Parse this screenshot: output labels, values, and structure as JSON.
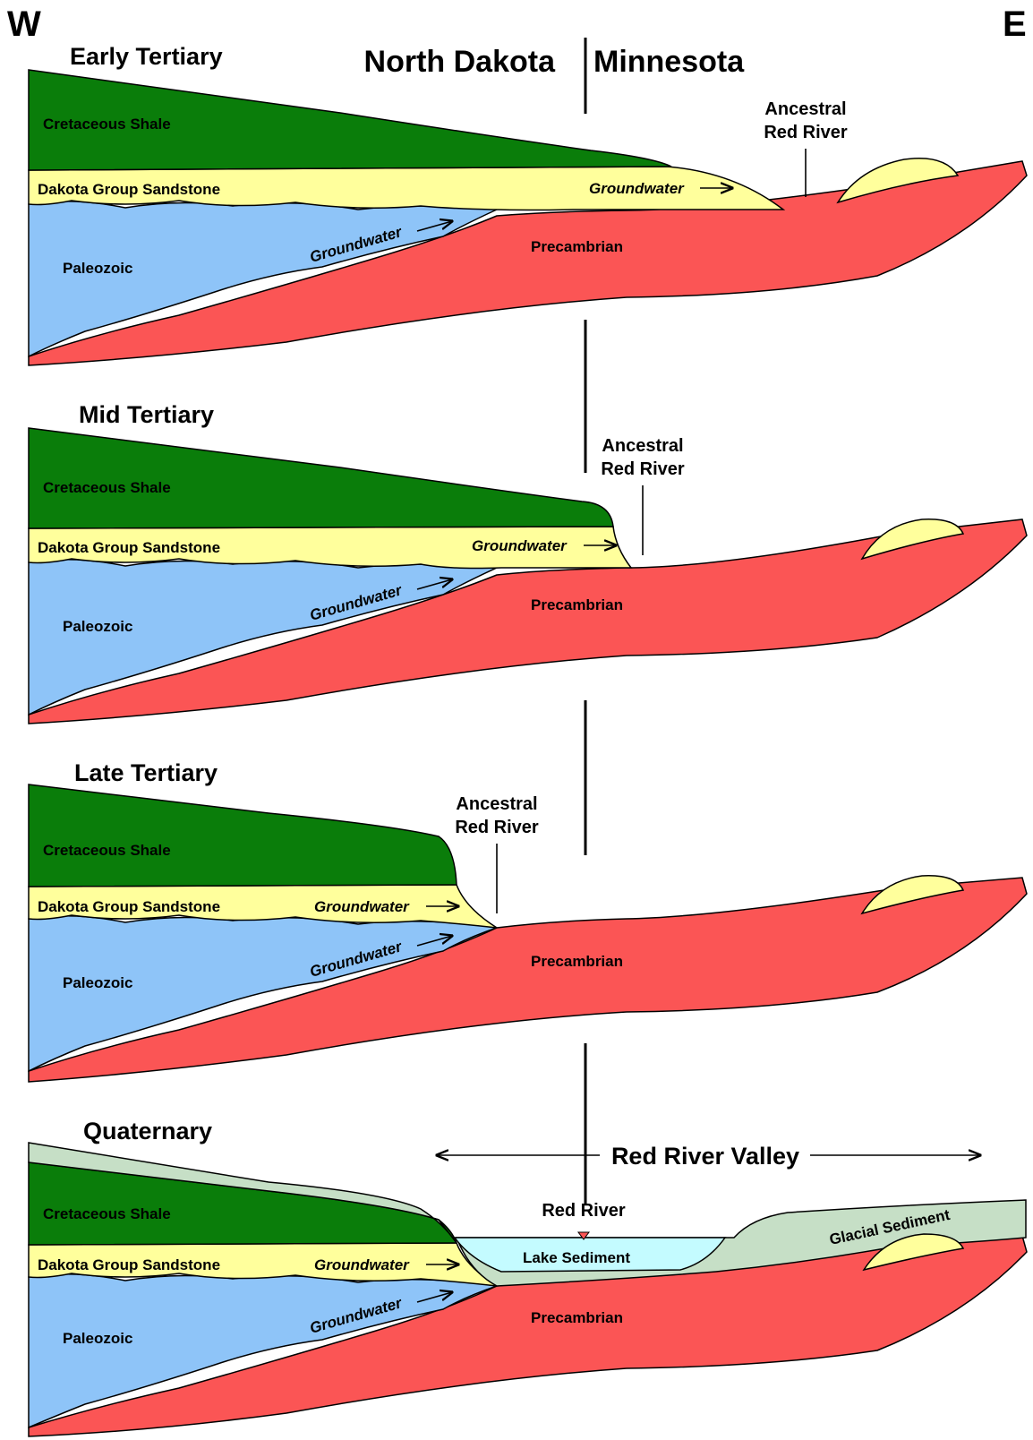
{
  "compass": {
    "west": "W",
    "east": "E"
  },
  "header": {
    "left_state": "North Dakota",
    "right_state": "Minnesota"
  },
  "colors": {
    "cretaceous_shale": "#0a7d0a",
    "dakota_sandstone": "#ffff9c",
    "paleozoic": "#8ec4f8",
    "precambrian": "#fb5555",
    "lake_sediment": "#c4fbff",
    "glacial_sediment": "#c6dfc6"
  },
  "units": {
    "cretaceous": "Cretaceous Shale",
    "dakota": "Dakota Group Sandstone",
    "paleozoic": "Paleozoic",
    "precambrian": "Precambrian",
    "groundwater": "Groundwater",
    "lake": "Lake Sediment",
    "glacial": "Glacial Sediment"
  },
  "panels": [
    {
      "title": "Early Tertiary",
      "river": [
        "Ancestral",
        "Red River"
      ]
    },
    {
      "title": "Mid Tertiary",
      "river": [
        "Ancestral",
        "Red River"
      ]
    },
    {
      "title": "Late Tertiary",
      "river": [
        "Ancestral",
        "Red River"
      ]
    },
    {
      "title": "Quaternary",
      "river": [
        "Red River"
      ]
    }
  ],
  "valley": {
    "label": "Red River Valley"
  }
}
